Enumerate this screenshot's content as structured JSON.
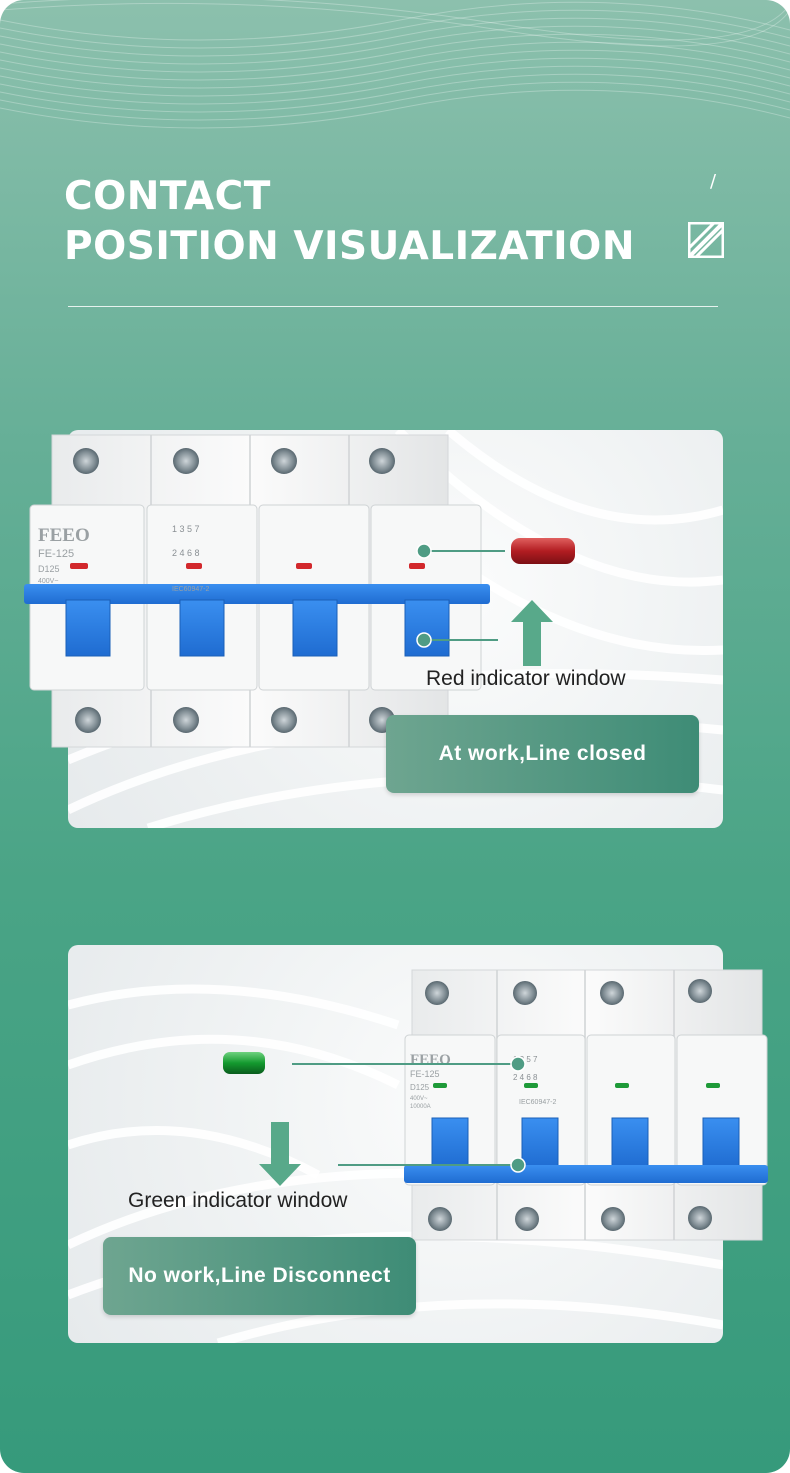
{
  "header": {
    "title_line1": "CONTACT",
    "title_line2": "POSITION VISUALIZATION",
    "slash_mark": "/"
  },
  "section_closed": {
    "callout_label": "Red indicator window",
    "status_badge": "At work,Line closed",
    "indicator_color": "#c2282b",
    "breaker_text": {
      "brand": "FEEO",
      "model": "FE-125",
      "rating": "D125",
      "voltage": "400V~",
      "standard": "IEC60947-2"
    }
  },
  "section_open": {
    "callout_label": "Green indicator window",
    "status_badge": "No work,Line Disconnect",
    "indicator_color": "#1e9a38",
    "breaker_text": {
      "brand": "FEEO",
      "model": "FE-125",
      "rating": "D125",
      "voltage": "400V~",
      "breaking": "10000A",
      "standard": "IEC60947-2"
    }
  },
  "colors": {
    "accent": "#3e9a7c",
    "handle_blue": "#2f7fe0",
    "connector_green": "#4f9c84"
  }
}
